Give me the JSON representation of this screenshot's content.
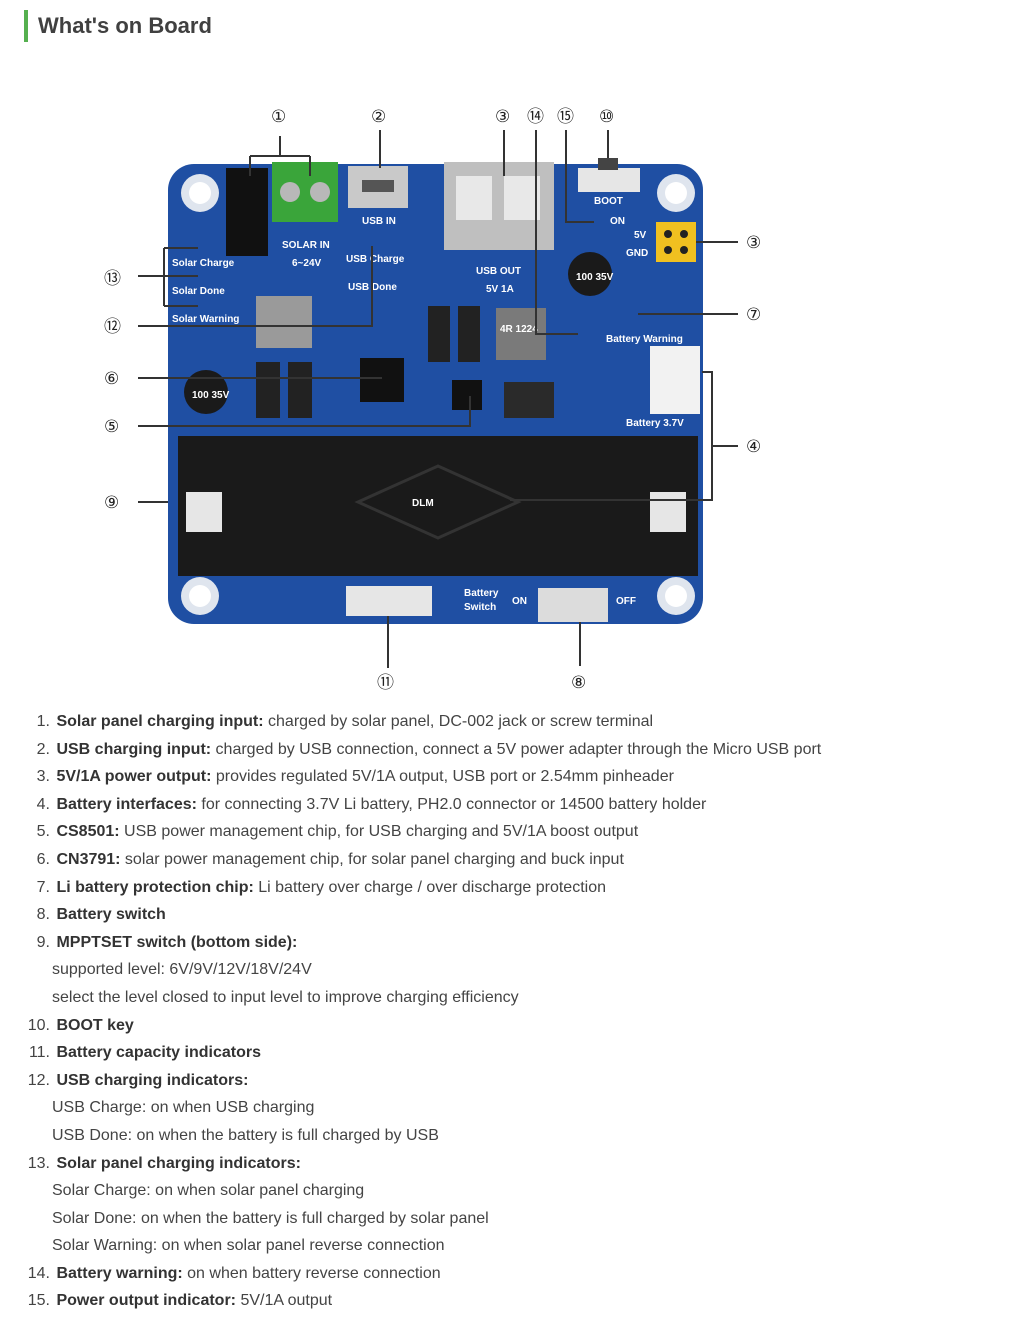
{
  "heading": "What's on Board",
  "board": {
    "silkscreen": {
      "solar_in": "SOLAR IN",
      "voltage": "6~24V",
      "usb_in": "USB IN",
      "usb_out": "USB OUT",
      "usb_out_rating": "5V 1A",
      "boot": "BOOT",
      "on_led": "ON",
      "v5": "5V",
      "gnd": "GND",
      "battery": "Battery 3.7V",
      "battery_switch_1": "Battery",
      "battery_switch_2": "Switch",
      "switch_on": "ON",
      "switch_off": "OFF",
      "solar_charge": "Solar Charge",
      "solar_done": "Solar Done",
      "solar_warning": "Solar Warning",
      "usb_charge": "USB Charge",
      "usb_done": "USB Done",
      "battery_warning": "Battery Warning",
      "holder_brand": "DLM",
      "inductor": "4R 1224",
      "cap_left": "100 35V",
      "cap_right": "100 35V"
    },
    "callouts": [
      "①",
      "②",
      "③",
      "⑭",
      "⑮",
      "⑩",
      "③",
      "⑦",
      "④",
      "⑬",
      "⑫",
      "⑥",
      "⑤",
      "⑨",
      "⑪",
      "⑧"
    ]
  },
  "items": [
    {
      "num": "1.",
      "title": "Solar panel charging input:",
      "text": " charged by solar panel, DC-002 jack or screw terminal",
      "sub": []
    },
    {
      "num": "2.",
      "title": "USB charging input:",
      "text": " charged by USB connection, connect a 5V power adapter through the Micro USB port",
      "sub": []
    },
    {
      "num": "3.",
      "title": "5V/1A power output:",
      "text": " provides regulated 5V/1A output, USB port or 2.54mm pinheader",
      "sub": []
    },
    {
      "num": "4.",
      "title": "Battery interfaces:",
      "text": " for connecting 3.7V Li battery, PH2.0 connector or 14500 battery holder",
      "sub": []
    },
    {
      "num": "5.",
      "title": "CS8501:",
      "text": " USB power management chip, for USB charging and 5V/1A boost output",
      "sub": []
    },
    {
      "num": "6.",
      "title": "CN3791:",
      "text": " solar power management chip, for solar panel charging and buck input",
      "sub": []
    },
    {
      "num": "7.",
      "title": "Li battery protection chip:",
      "text": " Li battery over charge / over discharge protection",
      "sub": []
    },
    {
      "num": "8.",
      "title": "Battery switch",
      "text": "",
      "sub": []
    },
    {
      "num": "9.",
      "title": "MPPTSET switch (bottom side):",
      "text": "",
      "sub": [
        "supported level: 6V/9V/12V/18V/24V",
        "select the level closed to input level to improve charging efficiency"
      ]
    },
    {
      "num": "10.",
      "title": "BOOT key",
      "text": "",
      "sub": []
    },
    {
      "num": "11.",
      "title": "Battery capacity indicators",
      "text": "",
      "sub": []
    },
    {
      "num": "12.",
      "title": "USB charging indicators:",
      "text": "",
      "sub": [
        "USB Charge: on when USB charging",
        "USB Done: on when the battery is full charged by USB"
      ]
    },
    {
      "num": "13.",
      "title": "Solar panel charging indicators:",
      "text": "",
      "sub": [
        "Solar Charge: on when solar panel charging",
        "Solar Done: on when the battery is full charged by solar panel",
        "Solar Warning: on when solar panel reverse connection"
      ]
    },
    {
      "num": "14.",
      "title": "Battery warning:",
      "text": " on when battery reverse connection",
      "sub": []
    },
    {
      "num": "15.",
      "title": "Power output indicator:",
      "text": " 5V/1A output",
      "sub": []
    }
  ],
  "colors": {
    "accent_bar": "#55b04f",
    "pcb": "#1f4fa3",
    "pcb_dark": "#163c82",
    "holder": "#1a1a1a"
  }
}
